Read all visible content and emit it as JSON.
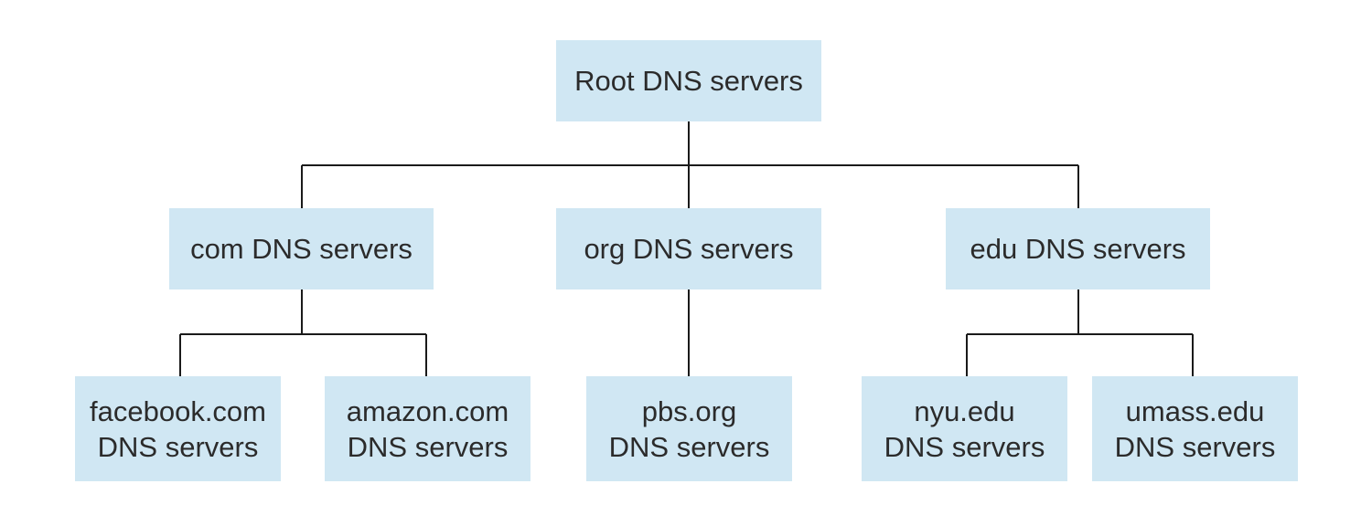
{
  "colors": {
    "box_fill": "#d0e7f3",
    "text": "#2b2b2b",
    "line": "#1a1a1a"
  },
  "root": {
    "label": "Root DNS servers"
  },
  "tld": {
    "com": {
      "label": "com DNS servers"
    },
    "org": {
      "label": "org DNS servers"
    },
    "edu": {
      "label": "edu DNS servers"
    }
  },
  "authoritative": {
    "facebook": {
      "line1": "facebook.com",
      "line2": "DNS servers"
    },
    "amazon": {
      "line1": "amazon.com",
      "line2": "DNS servers"
    },
    "pbs": {
      "line1": "pbs.org",
      "line2": "DNS servers"
    },
    "nyu": {
      "line1": "nyu.edu",
      "line2": "DNS servers"
    },
    "umass": {
      "line1": "umass.edu",
      "line2": "DNS servers"
    }
  }
}
